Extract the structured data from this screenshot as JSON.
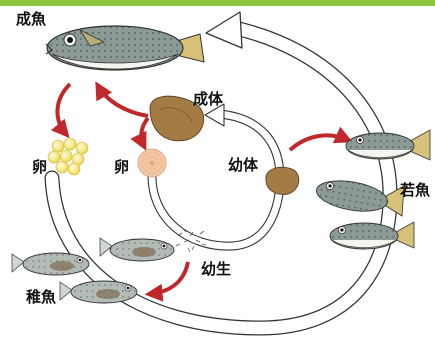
{
  "labels": {
    "adult_fish": "成魚",
    "egg_left": "卵",
    "egg_right": "卵",
    "parasite_adult": "成体",
    "parasite_juvenile": "幼体",
    "young_fish": "若魚",
    "larva": "幼生",
    "juvenile_fish": "稚魚"
  },
  "colors": {
    "top_bar": "#8cc63f",
    "arrow_red": "#c0282b",
    "cycle_outline": "#333333",
    "fish_body": "#8c9a96",
    "fish_belly": "#f5f5ef",
    "egg_cluster": "#f6ea7a",
    "egg_single": "#f3c7a3",
    "parasite": "#a47a45"
  }
}
